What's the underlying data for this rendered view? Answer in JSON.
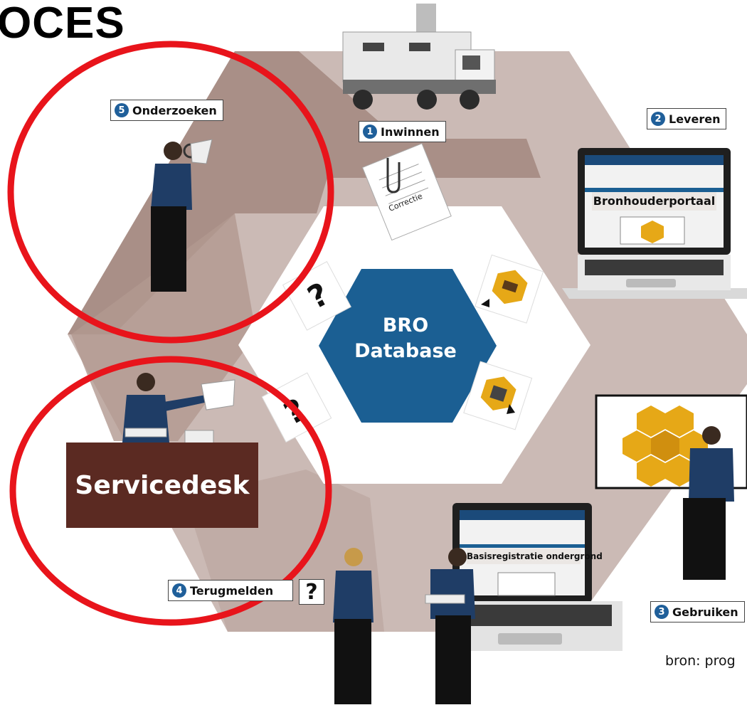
{
  "header": {
    "title": "OCES"
  },
  "source": "bron: prog",
  "center": {
    "line1": "BRO",
    "line2": "Database"
  },
  "steps": [
    {
      "num": "1",
      "label": "Inwinnen"
    },
    {
      "num": "2",
      "label": "Leveren"
    },
    {
      "num": "3",
      "label": "Gebruiken"
    },
    {
      "num": "4",
      "label": "Terugmelden"
    },
    {
      "num": "5",
      "label": "Onderzoeken"
    }
  ],
  "servicedesk": "Servicedesk",
  "screens": {
    "top": "Bronhouderportaal",
    "bottom": "Basisregistratie ondergrond"
  },
  "document": "Correctie",
  "question_mark": "?",
  "colors": {
    "hex_blue": "#1b5f93",
    "ring_light": "#c9b8b3",
    "ring_dark": "#a98e86",
    "highlight_red": "#e8141b",
    "servicedesk_brown": "#5b2a22",
    "badge_blue": "#1f5f9a",
    "gold": "#e6a817"
  },
  "icons": [
    "truck-icon",
    "laptop-icon",
    "magnifier-icon",
    "headset-icon",
    "paperclip-icon",
    "question-card-icon",
    "honeycomb-icon"
  ]
}
